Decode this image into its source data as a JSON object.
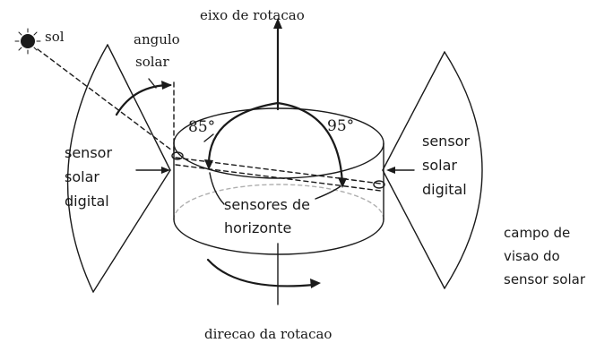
{
  "diagram": {
    "labels": {
      "sun": "sol",
      "solar_angle": [
        "angulo",
        "solar"
      ],
      "rotation_axis": "eixo de rotacao",
      "angle_left": "85°",
      "angle_right": "95°",
      "sensor_left": [
        "sensor",
        "solar",
        "digital"
      ],
      "sensor_right": [
        "sensor",
        "solar",
        "digital"
      ],
      "horizon_sensors": [
        "sensores de",
        "horizonte"
      ],
      "field_of_view": [
        "campo de",
        "visao do",
        "sensor solar"
      ],
      "rotation_direction": "direcao da rotacao"
    }
  }
}
